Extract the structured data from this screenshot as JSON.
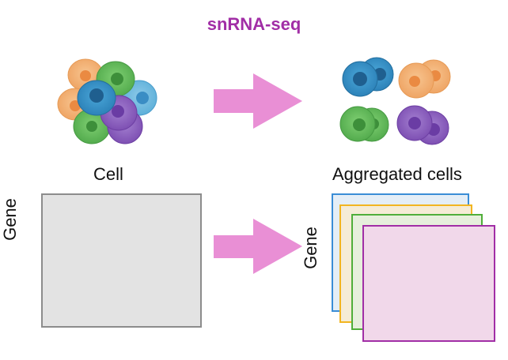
{
  "title": "snRNA-seq",
  "labels": {
    "cell": "Cell",
    "aggregated_cells": "Aggregated cells",
    "gene_left": "Gene",
    "gene_right": "Gene"
  },
  "colors": {
    "title": "#a12ea6",
    "arrow": "#e98fd5",
    "orange": "#f2a65a",
    "blue": "#2f8fc6",
    "green": "#5cb85c",
    "purple": "#8e5cc0",
    "light_blue": "#5aaed8",
    "magenta_frame": "#a12ea6",
    "matrix_fill": "#e3e3e3",
    "matrix_border": "#8c8c8c"
  }
}
